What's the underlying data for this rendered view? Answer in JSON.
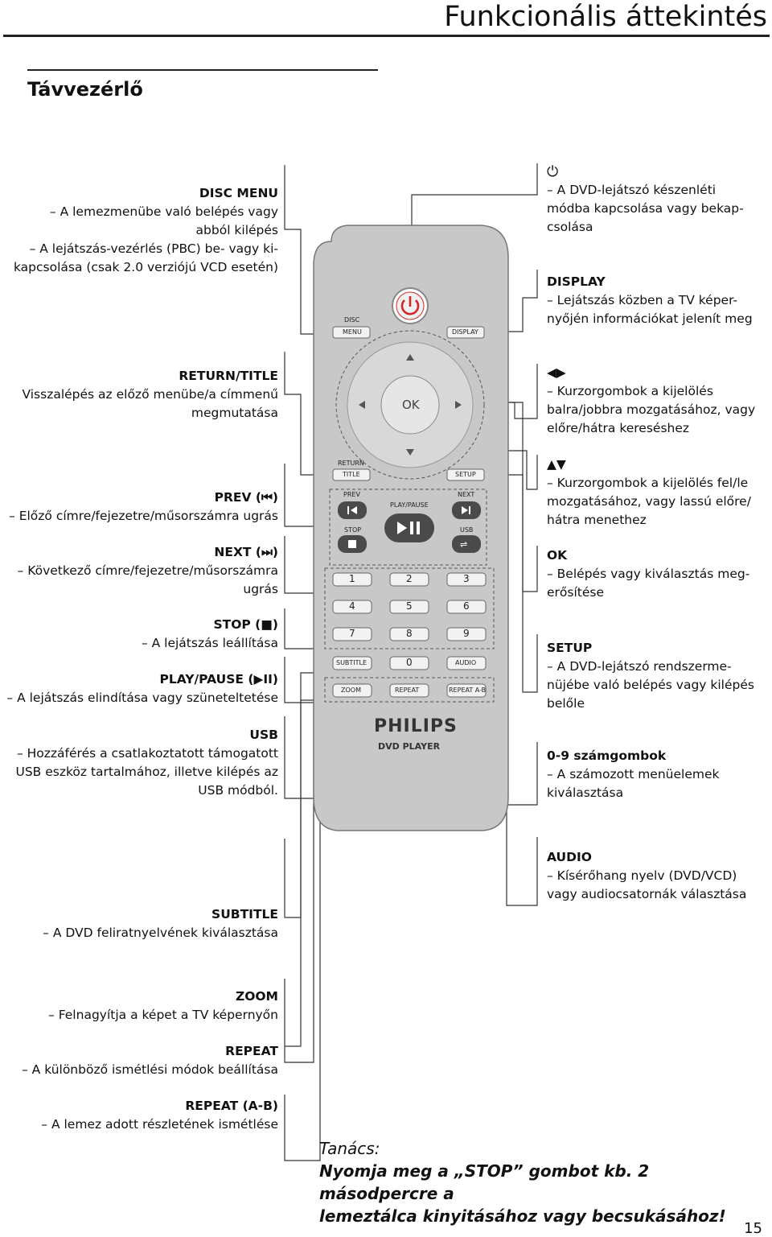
{
  "header": {
    "title": "Funkcionális áttekintés",
    "section": "Távvezérlő"
  },
  "left_labels": [
    {
      "id": "disc-menu",
      "title": "DISC MENU",
      "lines": [
        "– A lemezmenübe való belépés vagy",
        "abból kilépés",
        "– A lejátszás-vezérlés (PBC) be- vagy ki-",
        "kapcsolása (csak 2.0 verziójú VCD esetén)"
      ]
    },
    {
      "id": "return-title",
      "title": "RETURN/TITLE",
      "lines": [
        "Visszalépés az előző menübe/a címmenű",
        "megmutatása"
      ]
    },
    {
      "id": "prev",
      "title": "PREV (⏮)",
      "lines": [
        "– Előző címre/fejezetre/műsorszámra ugrás"
      ]
    },
    {
      "id": "next",
      "title": "NEXT (⏭)",
      "lines": [
        "– Következő címre/fejezetre/műsorszámra",
        "ugrás"
      ]
    },
    {
      "id": "stop",
      "title": "STOP (■)",
      "lines": [
        "– A lejátszás leállítása"
      ]
    },
    {
      "id": "play-pause",
      "title": "PLAY/PAUSE (▶II)",
      "lines": [
        "– A lejátszás elindítása vagy szüneteltetése"
      ]
    },
    {
      "id": "usb",
      "title": "USB",
      "lines": [
        "– Hozzáférés a csatlakoztatott támogatott",
        "USB eszköz tartalmához, illetve kilépés az",
        "USB módból."
      ]
    },
    {
      "id": "subtitle",
      "title": "SUBTITLE",
      "lines": [
        "– A DVD feliratnyelvének kiválasztása"
      ]
    },
    {
      "id": "zoom",
      "title": "ZOOM",
      "lines": [
        "– Felnagyítja a képet a TV képernyőn"
      ]
    },
    {
      "id": "repeat",
      "title": "REPEAT",
      "lines": [
        "– A különböző ismétlési módok beállítása"
      ]
    },
    {
      "id": "repeat-ab",
      "title": "REPEAT (A-B)",
      "lines": [
        "– A lemez adott részletének ismétlése"
      ]
    }
  ],
  "right_labels": [
    {
      "id": "power",
      "title": "⏻",
      "lines": [
        "– A DVD-lejátszó készenléti",
        "módba kapcsolása vagy bekap-",
        "csolása"
      ]
    },
    {
      "id": "display",
      "title": "DISPLAY",
      "lines": [
        "– Lejátszás közben a TV képer-",
        "nyőjén információkat jelenít meg"
      ]
    },
    {
      "id": "left-right",
      "title": "◀▶",
      "lines": [
        "– Kurzorgombok a kijelölés",
        "balra/jobbra mozgatásához, vagy",
        "előre/hátra kereséshez"
      ]
    },
    {
      "id": "up-down",
      "title": "▲▼",
      "lines": [
        "– Kurzorgombok a kijelölés fel/le",
        "mozgatásához, vagy lassú előre/",
        "hátra menethez"
      ]
    },
    {
      "id": "ok",
      "title": "OK",
      "lines": [
        "– Belépés vagy kiválasztás meg-",
        "erősítése"
      ]
    },
    {
      "id": "setup",
      "title": "SETUP",
      "lines": [
        "– A DVD-lejátszó rendszerme-",
        "nüjébe való belépés vagy kilépés",
        "belőle"
      ]
    },
    {
      "id": "numbers",
      "title": "0-9 számgombok",
      "lines": [
        "– A számozott menüelemek",
        "kiválasztása"
      ]
    },
    {
      "id": "audio",
      "title": "AUDIO",
      "lines": [
        "– Kísérőhang nyelv (DVD/VCD)",
        "vagy audiocsatornák választása"
      ]
    }
  ],
  "remote": {
    "disc_menu_top": "DISC",
    "disc_menu_bottom": "MENU",
    "display": "DISPLAY",
    "ok": "OK",
    "return_top": "RETURN",
    "title": "TITLE",
    "setup": "SETUP",
    "prev": "PREV",
    "next": "NEXT",
    "play_pause": "PLAY/PAUSE",
    "stop": "STOP",
    "usb": "USB",
    "digits": [
      "1",
      "2",
      "3",
      "4",
      "5",
      "6",
      "7",
      "8",
      "9",
      "0"
    ],
    "subtitle": "SUBTITLE",
    "audio": "AUDIO",
    "zoom": "ZOOM",
    "repeat": "REPEAT",
    "repeat_ab": "REPEAT A-B",
    "brand": "PHILIPS",
    "model": "DVD PLAYER"
  },
  "tip": {
    "heading": "Tanács:",
    "line1": "Nyomja meg a „STOP” gombot kb. 2 másodpercre a",
    "line2": "lemeztálca kinyitásához vagy becsukásához!"
  },
  "page_number": "15",
  "colors": {
    "remote_body": "#c8c8c8",
    "power_red": "#d6262a",
    "button_dark": "#5a5a5a"
  }
}
